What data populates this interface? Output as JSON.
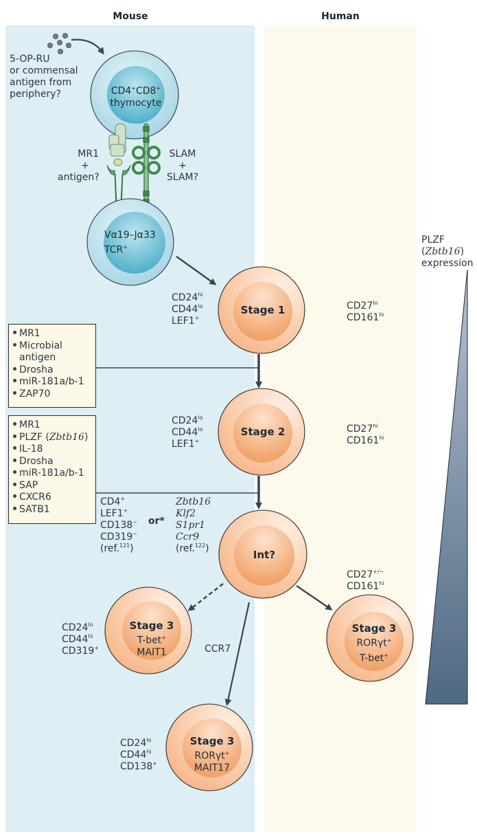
{
  "columns": {
    "mouse": "Mouse",
    "human": "Human"
  },
  "antigen_source": [
    "5-OP-RU",
    "or commensal",
    "antigen from",
    "periphery?"
  ],
  "thymocyte": {
    "line1": "CD4",
    "sup1": "+",
    "line1b": "CD8",
    "sup1b": "+",
    "line2": "thymocyte"
  },
  "receptors": {
    "mr1_label": [
      "MR1",
      "+",
      "antigen?"
    ],
    "slam_label": [
      "SLAM",
      "+",
      "SLAM?"
    ]
  },
  "tcr_cell": {
    "line1": "Vα19–Jα33",
    "line2": "TCR",
    "sup2": "+"
  },
  "plzf": {
    "line1": "PLZF",
    "line2_pre": "(",
    "line2_it": "Zbtb16",
    "line2_post": ")",
    "line3": "expression"
  },
  "stage1": {
    "title": "Stage 1",
    "mouse_markers": [
      {
        "name": "CD24",
        "sup": "hi"
      },
      {
        "name": "CD44",
        "sup": "lo"
      },
      {
        "name": "LEF1",
        "sup": "+"
      }
    ],
    "human_markers": [
      {
        "name": "CD27",
        "sup": "lo"
      },
      {
        "name": "CD161",
        "sup": "lo"
      }
    ]
  },
  "stage2": {
    "title": "Stage 2",
    "mouse_markers": [
      {
        "name": "CD24",
        "sup": "lo"
      },
      {
        "name": "CD44",
        "sup": "lo"
      },
      {
        "name": "LEF1",
        "sup": "+"
      }
    ],
    "human_markers": [
      {
        "name": "CD27",
        "sup": "hi"
      },
      {
        "name": "CD161",
        "sup": "lo"
      }
    ]
  },
  "box1": {
    "items": [
      "MR1",
      "Microbial",
      "antigen",
      "Drosha",
      "miR-181a/b-1",
      "ZAP70"
    ]
  },
  "box2": {
    "items": [
      "MR1",
      "PLZF (",
      "Zbtb16",
      ")",
      "IL-18",
      "Drosha",
      "miR-181a/b-1",
      "SAP",
      "CXCR6",
      "SATB1"
    ]
  },
  "intermediate": {
    "title": "Int?",
    "left_markers": [
      {
        "name": "CD4",
        "sup": "+"
      },
      {
        "name": "LEF1",
        "sup": "+"
      },
      {
        "name": "CD138",
        "sup": "−"
      },
      {
        "name": "CD319",
        "sup": "−"
      }
    ],
    "left_ref": "(ref.",
    "left_ref_num": "121",
    "left_ref_close": ")",
    "or_label": "or*",
    "right_genes": [
      "Zbtb16",
      "Klf2",
      "S1pr1",
      "Ccr9"
    ],
    "right_ref": "(ref.",
    "right_ref_num": "122",
    "right_ref_close": ")",
    "human_markers": [
      {
        "name": "CD27",
        "sup": "+/−"
      },
      {
        "name": "CD161",
        "sup": "hi"
      }
    ]
  },
  "mait1": {
    "title": "Stage 3",
    "line2": "T-bet",
    "sup2": "+",
    "line3": "MAIT1",
    "markers": [
      {
        "name": "CD24",
        "sup": "lo"
      },
      {
        "name": "CD44",
        "sup": "hi"
      },
      {
        "name": "CD319",
        "sup": "+"
      }
    ]
  },
  "mait17": {
    "title": "Stage 3",
    "line2": "RORγt",
    "sup2": "+",
    "line3": "MAIT17",
    "markers": [
      {
        "name": "CD24",
        "sup": "lo"
      },
      {
        "name": "CD44",
        "sup": "hi"
      },
      {
        "name": "CD138",
        "sup": "+"
      }
    ]
  },
  "human_stage3": {
    "title": "Stage 3",
    "line2": "RORγt",
    "sup2": "+",
    "line3": "T-bet",
    "sup3": "+"
  },
  "ccr7_label": "CCR7",
  "colors": {
    "mouse_bg": "#ddeef4",
    "human_bg": "#fdfaec",
    "arrow": "#3a4550",
    "plzf_top": "#a9b6c6",
    "plzf_bottom": "#4f6a84"
  }
}
